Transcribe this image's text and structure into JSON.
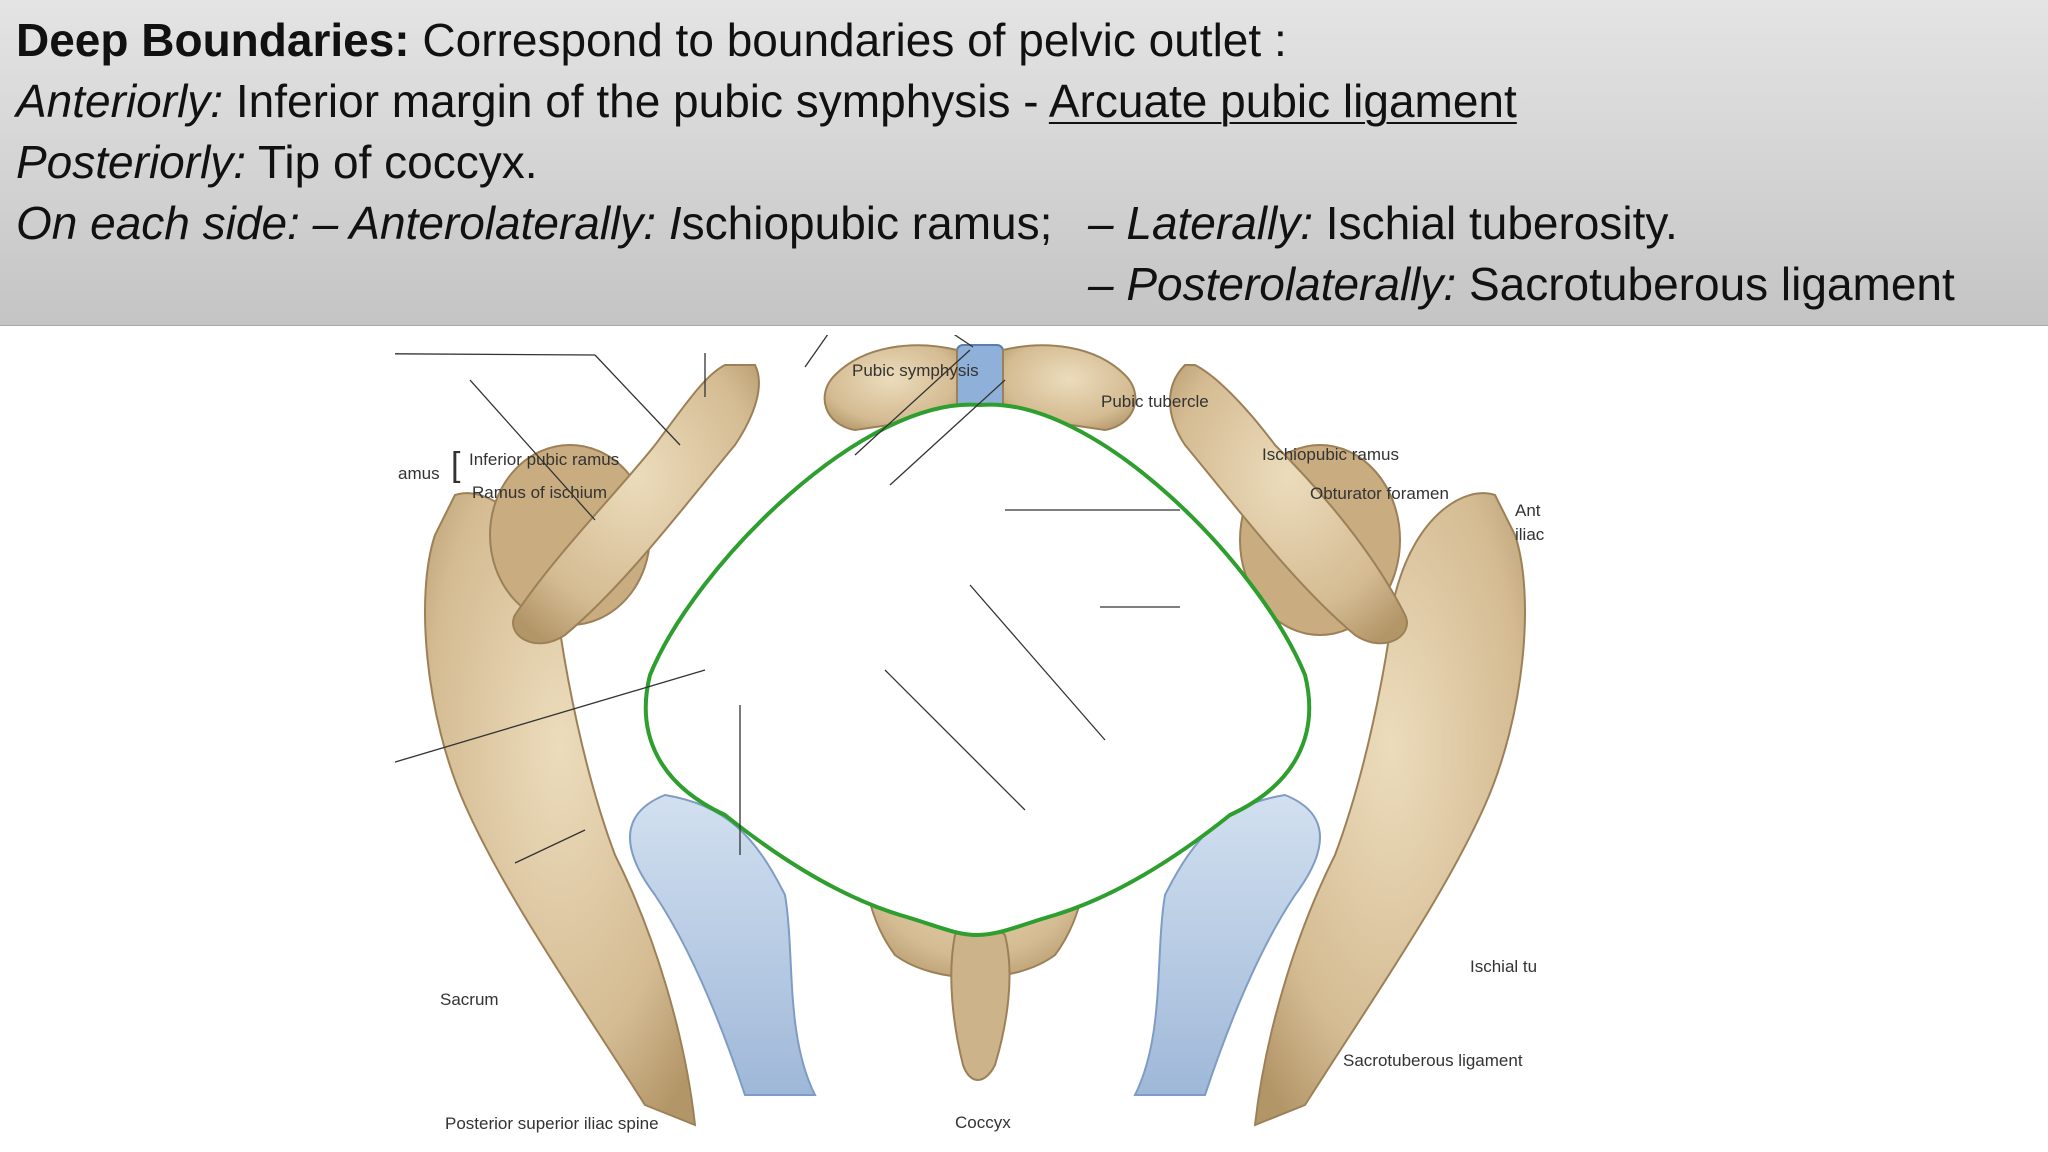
{
  "heading": {
    "title_bold": "Deep Boundaries:",
    "title_rest": " Correspond to boundaries of  pelvic outlet :"
  },
  "anterior": {
    "label": "Anteriorly:",
    "text": " Inferior margin of the pubic symphysis - ",
    "link": "Arcuate pubic ligament"
  },
  "posterior": {
    "label": "Posteriorly:",
    "text": " Tip of coccyx."
  },
  "sides": {
    "label": "On each side: – Anterolaterally: I",
    "text": "schiopubic ramus;",
    "lateral_label": "– Laterally:",
    "lateral_text": " Ischial tuberosity.",
    "postero_label": "– Posterolaterally:",
    "postero_text": " Sacrotuberous ligament"
  },
  "figure_labels": {
    "pubic_symphysis": "Pubic symphysis",
    "pubic_tubercle": "Pubic tubercle",
    "ischiopubic_ramus": "Ischiopubic ramus",
    "obturator_foramen": "Obturator foramen",
    "inferior_pubic_ramus": "Inferior pubic ramus",
    "ramus_of_ischium": "Ramus of ischium",
    "amus": "amus",
    "ant": "Ant",
    "iliac": "iliac",
    "ischial_tu": "Ischial tu",
    "sacrum": "Sacrum",
    "sacrotuberous": "Sacrotuberous ligament",
    "psis": "Posterior superior iliac spine",
    "coccyx": "Coccyx"
  },
  "colors": {
    "bone": "#d9c4a0",
    "bone_dark": "#b89c70",
    "ligament": "#b9cde6",
    "outlet": "#2e9e2e",
    "header_bg": "#d0d0d0"
  }
}
